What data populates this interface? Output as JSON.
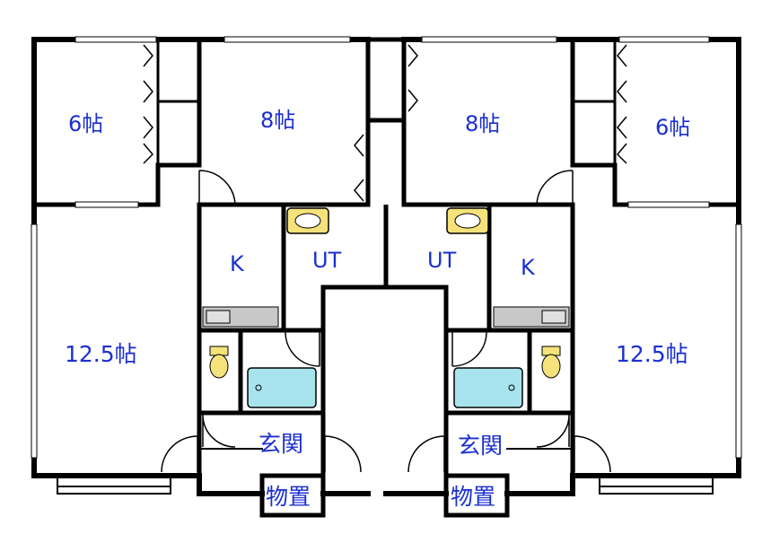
{
  "rooms": {
    "left": {
      "tatami6": "6帖",
      "tatami8": "8帖",
      "living": "12.5帖",
      "kitchen": "K",
      "utility": "UT",
      "entrance": "玄関",
      "storage": "物置"
    },
    "right": {
      "tatami6": "6帖",
      "tatami8": "8帖",
      "living": "12.5帖",
      "kitchen": "K",
      "utility": "UT",
      "entrance": "玄関",
      "storage": "物置"
    }
  },
  "colors": {
    "label": "#1a2fd0",
    "wall": "#000000",
    "bath": "#a8e4ee",
    "sink": "#f5e27a",
    "toilet": "#f5e27a",
    "counter": "#c8c8c8"
  }
}
